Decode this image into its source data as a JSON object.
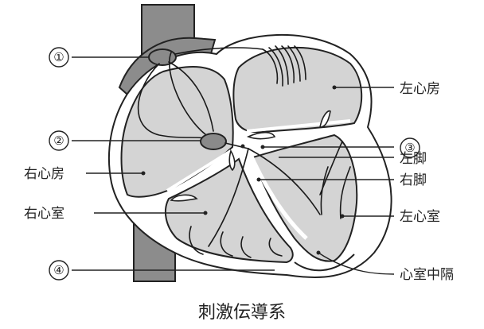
{
  "caption": "刺激伝導系",
  "markers": [
    "①",
    "②",
    "③",
    "④"
  ],
  "labels": {
    "left_atrium": "左心房",
    "left_bundle": "左脚",
    "right_bundle": "右脚",
    "right_atrium": "右心房",
    "right_ventricle": "右心室",
    "left_ventricle": "左心室",
    "septum": "心室中隔"
  }
}
